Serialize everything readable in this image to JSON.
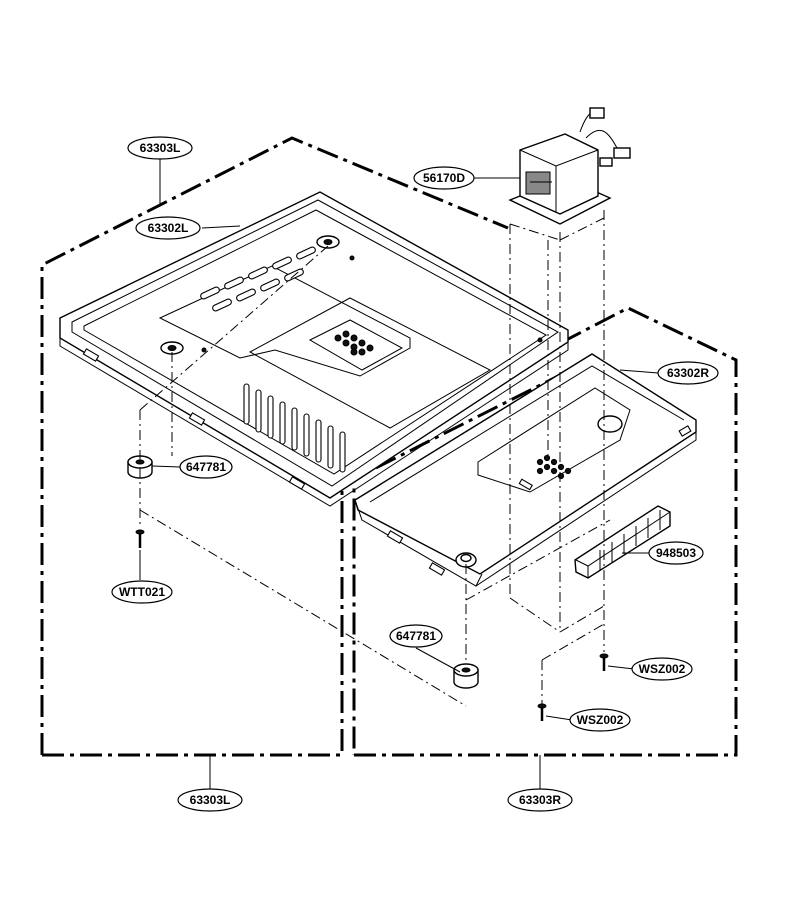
{
  "labels": [
    {
      "id": "assy-base-left-top",
      "text": "63303L"
    },
    {
      "id": "plate-left",
      "text": "63302L"
    },
    {
      "id": "transformer",
      "text": "56170D"
    },
    {
      "id": "plate-right",
      "text": "63302R"
    },
    {
      "id": "foot-left",
      "text": "647781"
    },
    {
      "id": "screw-left",
      "text": "WTT021"
    },
    {
      "id": "filter-pad",
      "text": "948503"
    },
    {
      "id": "foot-right",
      "text": "647781"
    },
    {
      "id": "screw-right-a",
      "text": "WSZ002"
    },
    {
      "id": "screw-right-b",
      "text": "WSZ002"
    },
    {
      "id": "assy-base-left-bottom",
      "text": "63303L"
    },
    {
      "id": "assy-base-right-bottom",
      "text": "63303R"
    }
  ]
}
